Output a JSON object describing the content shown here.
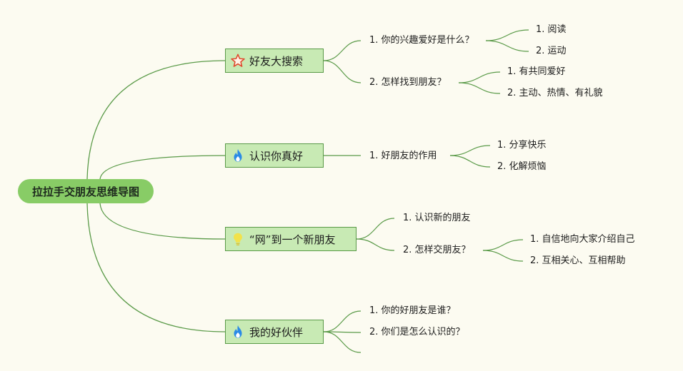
{
  "root": {
    "label": "拉拉手交朋友思维导图"
  },
  "branches": [
    {
      "label": "好友大搜索",
      "icon": "star-icon",
      "children": [
        {
          "label": "1. 你的兴趣爱好是什么？",
          "children": [
            "1. 阅读",
            "2. 运动"
          ]
        },
        {
          "label": "2. 怎样找到朋友？",
          "children": [
            "1. 有共同爱好",
            "2. 主动、热情、有礼貌"
          ]
        }
      ]
    },
    {
      "label": "认识你真好",
      "icon": "flame-icon",
      "children": [
        {
          "label": "1. 好朋友的作用",
          "children": [
            "1. 分享快乐",
            "2. 化解烦恼"
          ]
        }
      ]
    },
    {
      "label": "“网”到一个新朋友",
      "icon": "lightbulb-icon",
      "children": [
        {
          "label": "1. 认识新的朋友",
          "children": []
        },
        {
          "label": "2. 怎样交朋友？",
          "children": [
            "1. 自信地向大家介绍自己",
            "2. 互相关心、互相帮助"
          ]
        }
      ]
    },
    {
      "label": "我的好伙伴",
      "icon": "flame-icon",
      "children": [
        {
          "label": "1. 你的好朋友是谁？",
          "children": []
        },
        {
          "label": "2. 你们是怎么认识的？",
          "children": []
        },
        {
          "label": "",
          "children": []
        }
      ]
    }
  ],
  "colors": {
    "background": "#fcfbf1",
    "root_fill": "#88cc66",
    "branch_fill": "#c8eab4",
    "line": "#5a9a48",
    "flame": "#2b8be6",
    "star": "#e0492d",
    "bulb": "#f2e24a"
  }
}
